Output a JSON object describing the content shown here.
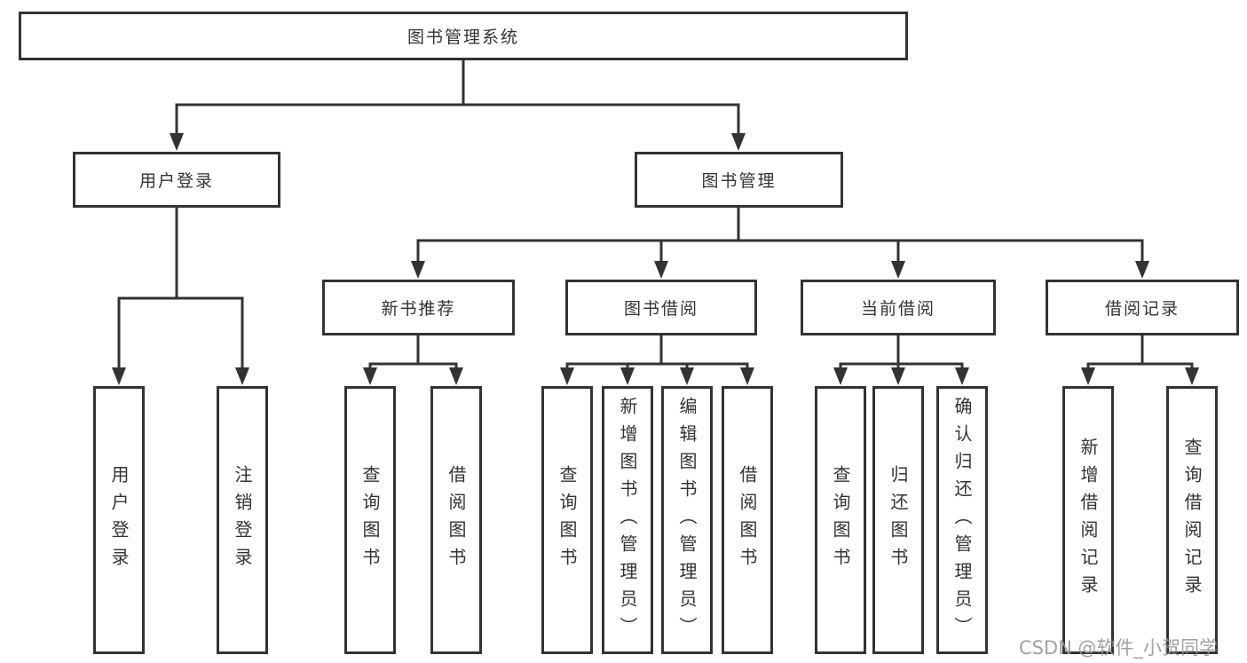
{
  "diagram": {
    "type": "hierarchy-tree",
    "nodes": {
      "root": "图书管理系统",
      "level2": [
        {
          "label": "用户登录"
        },
        {
          "label": "图书管理"
        }
      ],
      "level3": [
        {
          "label": "新书推荐"
        },
        {
          "label": "图书借阅"
        },
        {
          "label": "当前借阅"
        },
        {
          "label": "借阅记录"
        }
      ],
      "leaves": {
        "login": [
          "用户登录",
          "注销登录"
        ],
        "recommend": [
          "查询图书",
          "借阅图书"
        ],
        "borrow": [
          "查询图书",
          "新增图书（管理员）",
          "编辑图书（管理员）",
          "借阅图书"
        ],
        "current": [
          "查询图书",
          "归还图书",
          "确认归还（管理员）"
        ],
        "records": [
          "新增借阅记录",
          "查询借阅记录"
        ]
      }
    },
    "colors": {
      "line": "#333333",
      "box_border": "#333333",
      "box_fill": "#ffffff",
      "text": "#333333",
      "background": "#ffffff",
      "watermark": "#9d9595"
    }
  },
  "watermark": {
    "text": "CSDN @软件_小贺同学"
  }
}
